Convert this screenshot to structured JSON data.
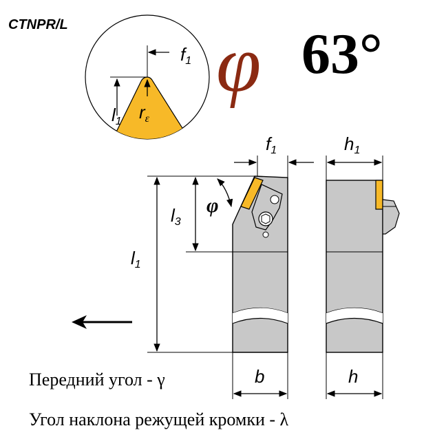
{
  "model_code": "CTNPR/L",
  "angle": {
    "symbol": "φ",
    "value": "63°"
  },
  "detail_labels": {
    "f1": "f",
    "f1_sub": "1",
    "l1": "l",
    "l1_sub": "1",
    "r": "r",
    "r_sub": "ε"
  },
  "dimensions": {
    "f1": "f",
    "f1_sub": "1",
    "h1": "h",
    "h1_sub": "1",
    "l1": "l",
    "l1_sub": "1",
    "l3": "l",
    "l3_sub": "3",
    "phi": "φ",
    "b": "b",
    "h": "h"
  },
  "captions": {
    "rake_angle": "Передний угол - γ",
    "inclination_angle": "Угол наклона режущей кромки - λ"
  },
  "colors": {
    "angle_color": "#8b2a12",
    "insert_color": "#f7b928",
    "body_color": "#c8c8c8"
  }
}
